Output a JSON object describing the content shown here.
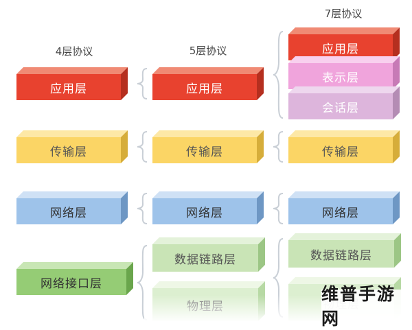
{
  "columns": [
    {
      "title": "4层协议"
    },
    {
      "title": "5层协议"
    },
    {
      "title": "7层协议"
    }
  ],
  "layers": {
    "application": "应用层",
    "presentation": "表示层",
    "session": "会话层",
    "transport": "传输层",
    "network": "网络层",
    "network_interface": "网络接口层",
    "data_link": "数据链路层",
    "physical": "物理层"
  },
  "colors": {
    "application": "#e8422f",
    "presentation": "#f0a4dc",
    "session": "#ddb5dc",
    "transport": "#fbd565",
    "network": "#9ec3ea",
    "network_interface": "#95cc75",
    "data_link": "#c9e4b6",
    "physical": "#dcefd0"
  },
  "watermark": "维普手游网"
}
